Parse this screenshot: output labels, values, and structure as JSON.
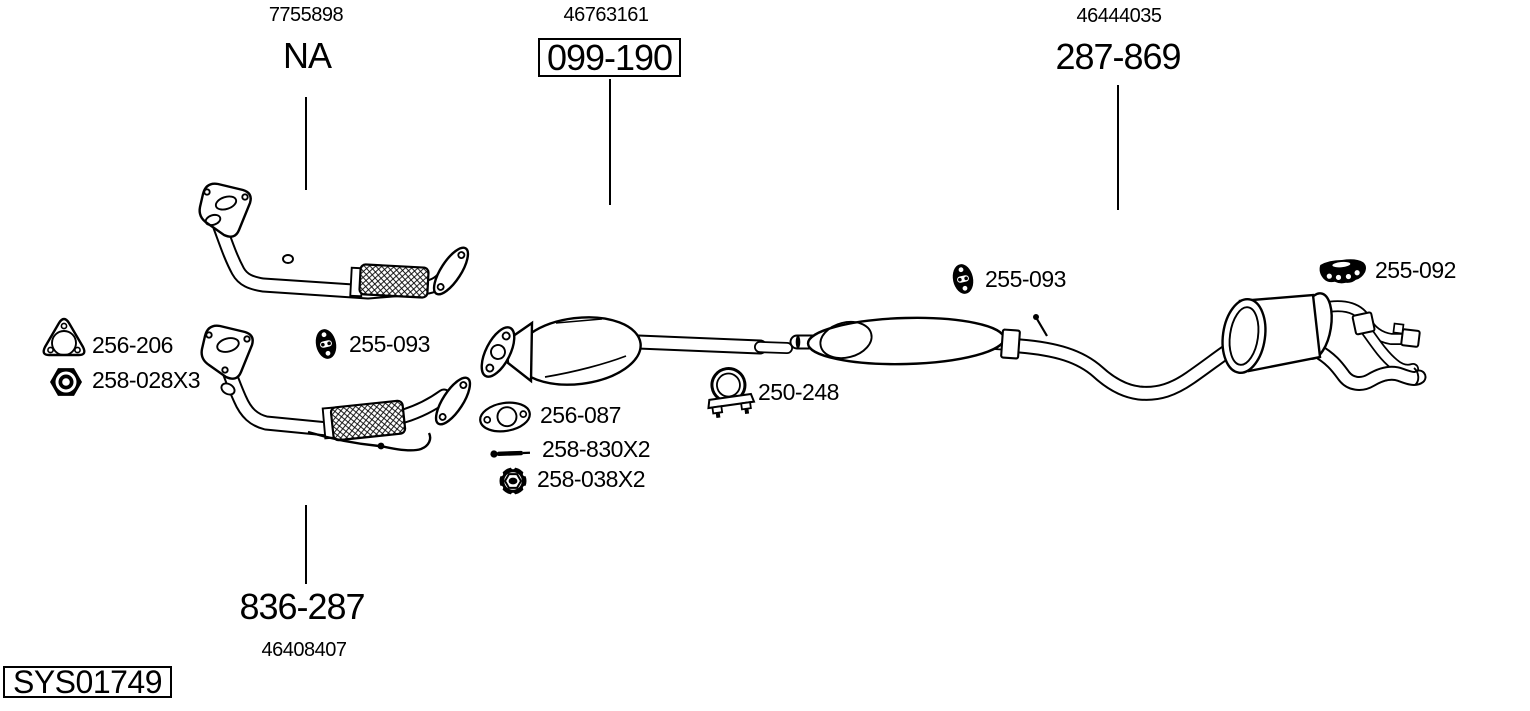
{
  "diagram": {
    "system_code": "SYS01749",
    "colors": {
      "line": "#000000",
      "background": "#ffffff"
    },
    "assemblies": [
      {
        "id": "front-pipe",
        "oe_number": "7755898",
        "part_number": "NA",
        "boxed": false
      },
      {
        "id": "catalytic-converter",
        "oe_number": "46763161",
        "part_number": "099-190",
        "boxed": true
      },
      {
        "id": "rear-silencer",
        "oe_number": "46444035",
        "part_number": "287-869",
        "boxed": false
      },
      {
        "id": "down-pipe",
        "oe_number": "46408407",
        "part_number": "836-287",
        "boxed": false
      }
    ],
    "fittings": [
      {
        "id": "gasket-256-206",
        "part_number": "256-206",
        "icon": "triangular-gasket-icon"
      },
      {
        "id": "nut-258-028X3",
        "part_number": "258-028X3",
        "icon": "hex-nut-icon"
      },
      {
        "id": "mount-255-093-a",
        "part_number": "255-093",
        "icon": "rubber-mount-icon"
      },
      {
        "id": "gasket-256-087",
        "part_number": "256-087",
        "icon": "oval-gasket-icon"
      },
      {
        "id": "bolt-258-830X2",
        "part_number": "258-830X2",
        "icon": "bolt-icon"
      },
      {
        "id": "nut-258-038X2",
        "part_number": "258-038X2",
        "icon": "flange-nut-icon"
      },
      {
        "id": "clamp-250-248",
        "part_number": "250-248",
        "icon": "pipe-clamp-icon"
      },
      {
        "id": "mount-255-093-b",
        "part_number": "255-093",
        "icon": "rubber-mount-icon"
      },
      {
        "id": "mount-255-092",
        "part_number": "255-092",
        "icon": "wide-rubber-mount-icon"
      }
    ]
  }
}
